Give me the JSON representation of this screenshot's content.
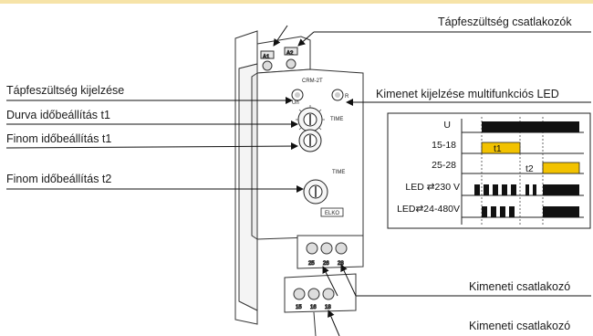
{
  "colors": {
    "accent_bar": "#f6e3a8",
    "signal_yellow": "#f2c200",
    "ink": "#1a1a1a"
  },
  "labels": {
    "supply_terminals": "Tápfeszültség csatlakozók",
    "supply_indication": "Tápfeszültség kijelzése",
    "output_led": "Kimenet kijelzése multifunkciós LED",
    "coarse_t1": "Durva időbeállítás  t1",
    "fine_t1": "Finom időbeállítás  t1",
    "fine_t2": "Finom időbeállítás  t2",
    "output_terminal_1": "Kimeneti csatlakozó",
    "output_terminal_2": "Kimeneti csatlakozó"
  },
  "device": {
    "model": "CRM-2T",
    "term_a1": "A1",
    "term_a2": "A2",
    "un_label": "Un",
    "led_label": "R",
    "time_label_1": "TIME",
    "time_label_2": "TIME",
    "brand": "ELKO",
    "terms_out_1": [
      "25",
      "26",
      "28"
    ],
    "terms_out_2": [
      "15",
      "16",
      "18"
    ]
  },
  "timing": {
    "row_labels": [
      "U",
      "15-18",
      "25-28",
      "LED ⇄230 V",
      "LED⇄24-480V"
    ],
    "t1": "t1",
    "t2": "t2"
  }
}
